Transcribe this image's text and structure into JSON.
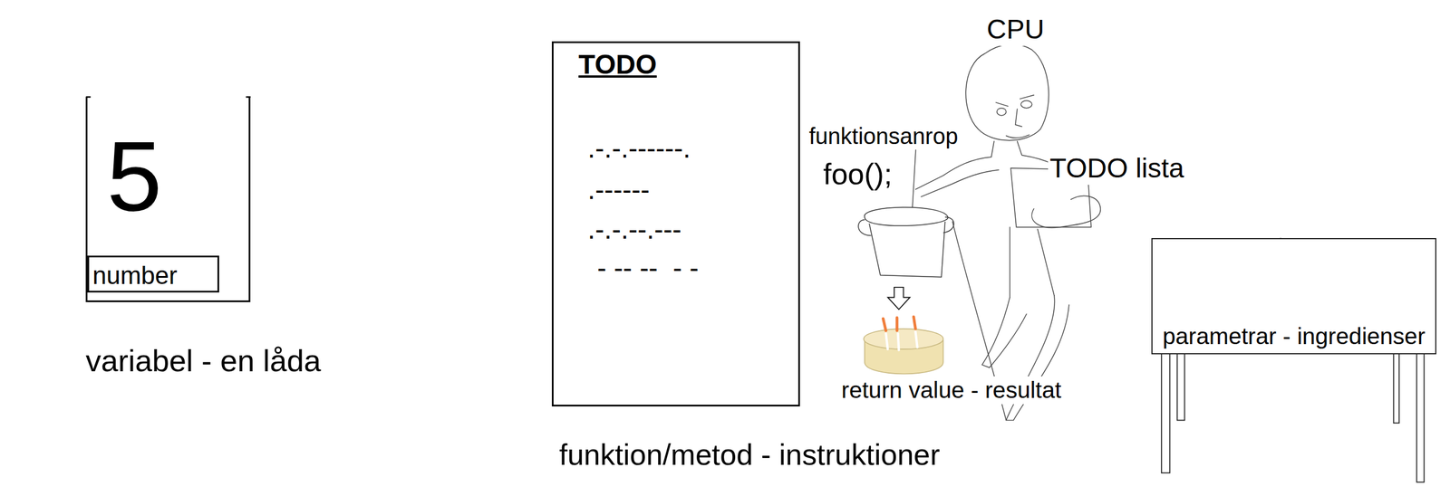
{
  "diagram": {
    "nodes": [
      {
        "text": [
          "5"
        ]
      },
      {
        "text": [
          "number"
        ],
        "in": 0
      },
      {
        "text": [
          "TODO",
          ".-.-.------.",
          ".------",
          ".-.-.--.---",
          "- -- --  - -"
        ]
      },
      {
        "text": [
          "parametrar - ingredienser"
        ]
      }
    ],
    "labels": [
      "variabel - en låda",
      "funktion/metod - instruktioner",
      "CPU",
      "funktionsanrop",
      "foo();",
      "TODO lista",
      "return value - resultat"
    ]
  }
}
